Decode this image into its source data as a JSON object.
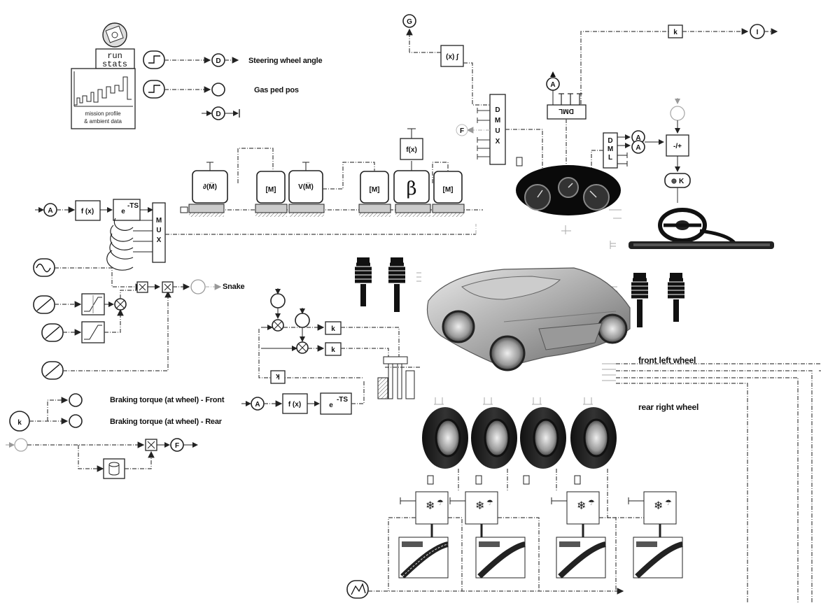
{
  "labels": {
    "steering": "Steering wheel angle",
    "gas": "Gas ped pos",
    "snake": "Snake",
    "brake_front": "Braking torque (at wheel) - Front",
    "brake_rear": "Braking torque (at wheel) - Rear",
    "front_left": "front left wheel",
    "rear_right": "rear right wheel"
  },
  "run_stats": {
    "line1": "run",
    "line2": "stats"
  },
  "mission": {
    "line1": "mission profile",
    "line2": "& ambient data"
  },
  "ports": {
    "A": "A",
    "D": "D",
    "F": "F",
    "G": "G",
    "I": "I",
    "k": "k",
    "mux": "MUX",
    "demux": "DMUX",
    "dml": "DML",
    "fx": "f (x)",
    "delay": "e",
    "delay_sup": "-TS",
    "beta": "β",
    "M": "[M]"
  }
}
